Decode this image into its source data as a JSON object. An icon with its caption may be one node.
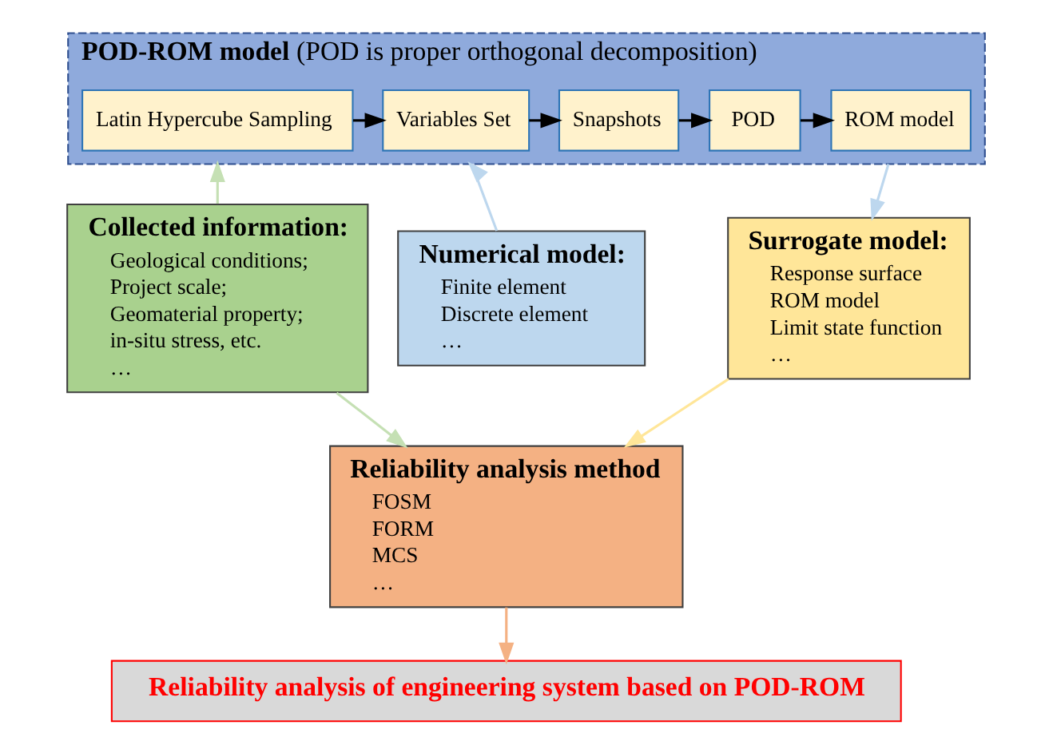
{
  "diagram": {
    "nodes": [
      {
        "text": [
          "**POD-ROM model** (POD is proper orthogonal decomposition)"
        ]
      },
      {
        "text": [
          "Latin Hypercube Sampling"
        ],
        "in": 0
      },
      {
        "text": [
          "Variables Set"
        ],
        "in": 0
      },
      {
        "text": [
          "Snapshots"
        ],
        "in": 0
      },
      {
        "text": [
          "POD"
        ],
        "in": 0
      },
      {
        "text": [
          "ROM model"
        ],
        "in": 0
      },
      {
        "text": [
          "Collected information:",
          "Geological conditions;",
          "Project scale;",
          "Geomaterial property;",
          "in-situ stress, etc.",
          "…"
        ]
      },
      {
        "text": [
          "Numerical model:",
          "Finite element",
          "Discrete element",
          "…"
        ]
      },
      {
        "text": [
          "Surrogate model:",
          "Response surface",
          "ROM model",
          "Limit state function",
          "…"
        ]
      },
      {
        "text": [
          "Reliability analysis method",
          "FOSM",
          "FORM",
          "MCS",
          "…"
        ]
      },
      {
        "text": [
          "Reliability analysis of engineering system based on POD-ROM"
        ]
      }
    ],
    "edges": [
      {
        "from": 1,
        "to": 2,
        "arrow": "to"
      },
      {
        "from": 2,
        "to": 3,
        "arrow": "to"
      },
      {
        "from": 3,
        "to": 4,
        "arrow": "to"
      },
      {
        "from": 4,
        "to": 5,
        "arrow": "to"
      },
      {
        "from": 6,
        "to": 0,
        "arrow": "to",
        "color": "#c5e0b4"
      },
      {
        "from": 7,
        "to": 0,
        "arrow": "to",
        "color": "#bdd7ee"
      },
      {
        "from": 0,
        "to": 8,
        "arrow": "to",
        "color": "#bdd7ee"
      },
      {
        "from": 6,
        "to": 9,
        "arrow": "to",
        "color": "#c5e0b4"
      },
      {
        "from": 8,
        "to": 9,
        "arrow": "to",
        "color": "#ffe699"
      },
      {
        "from": 9,
        "to": 10,
        "arrow": "to",
        "color": "#f4b183"
      }
    ]
  }
}
